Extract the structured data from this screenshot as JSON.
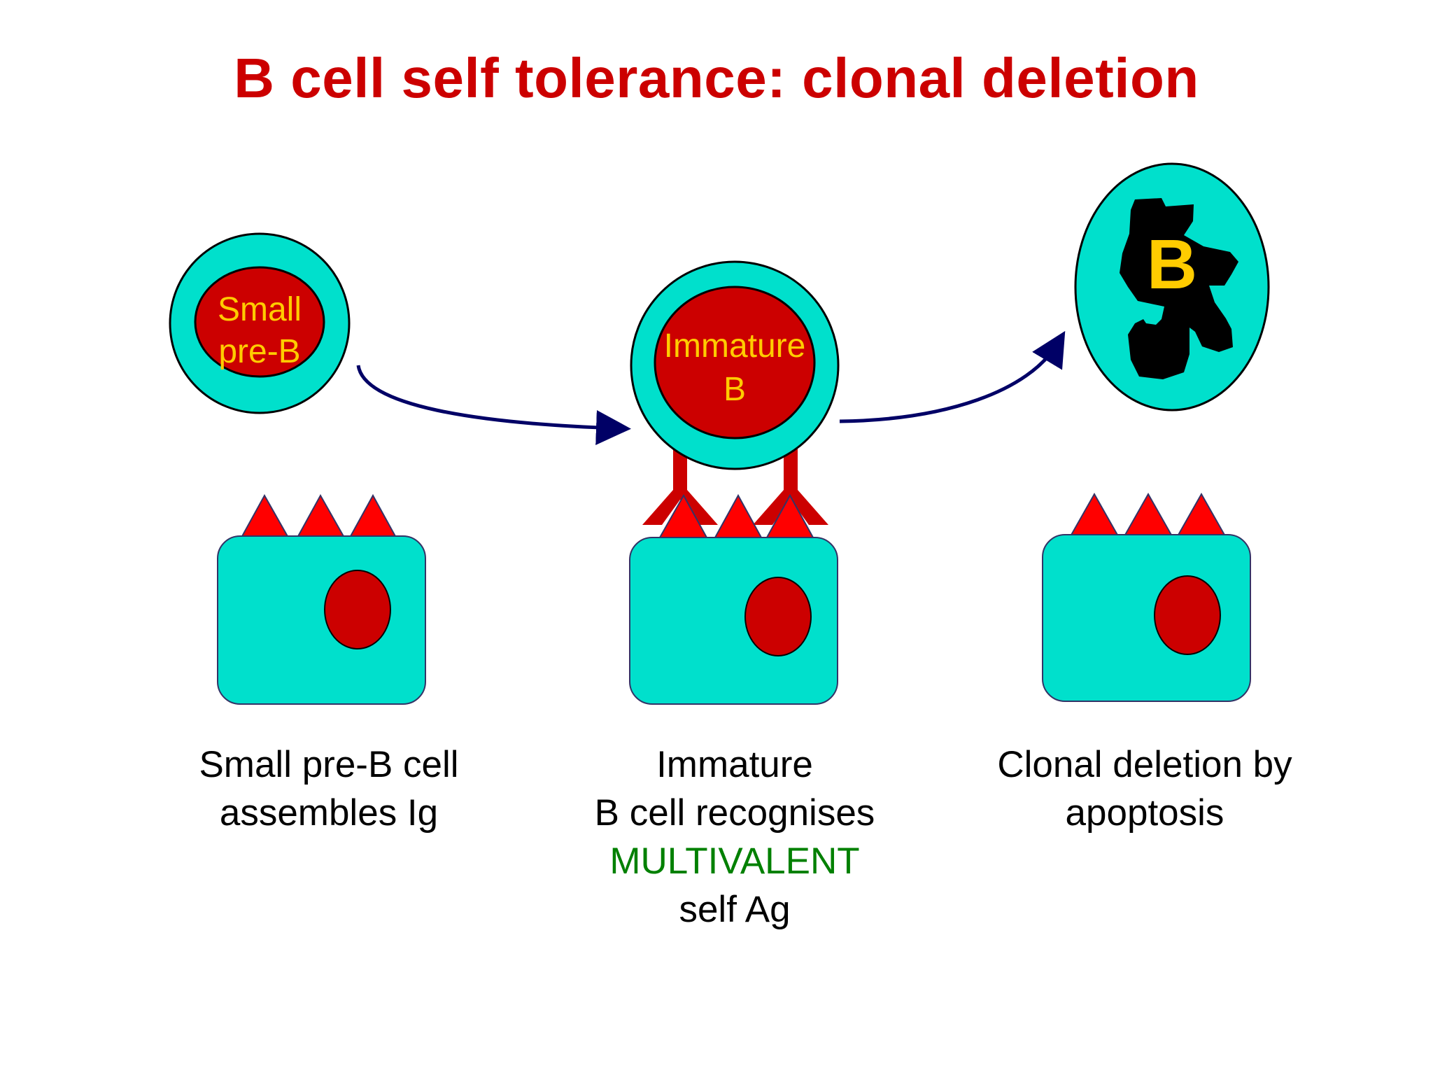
{
  "title": "B cell self tolerance: clonal deletion",
  "cells": {
    "small_pre_b": {
      "line1": "Small",
      "line2": "pre-B"
    },
    "immature_b": {
      "line1": "Immature",
      "line2": "B"
    },
    "apoptotic_b": {
      "label": "B"
    }
  },
  "captions": {
    "stage1": {
      "line1": "Small pre-B cell",
      "line2": "assembles Ig"
    },
    "stage2": {
      "line1": "Immature",
      "line2": "B cell recognises",
      "line3": "MULTIVALENT",
      "line4": "self Ag"
    },
    "stage3": {
      "line1": "Clonal deletion by",
      "line2": "apoptosis"
    }
  },
  "icons": {
    "antibody": "y-shaped-antibody-icon",
    "self_antigen": "red-triangle-icon",
    "stromal_cell": "rounded-square-cell-icon"
  },
  "colors": {
    "title": "#cc0000",
    "cytoplasm": "#00e0cc",
    "nucleus": "#cc0000",
    "cell_label": "#ffcc00",
    "apoptotic_nucleus": "#000000",
    "antibody": "#cc0000",
    "antigen": "#ff0000",
    "arrow": "#000066",
    "emphasis": "#008000",
    "outline": "#000000",
    "stromal_outline": "#333366"
  }
}
